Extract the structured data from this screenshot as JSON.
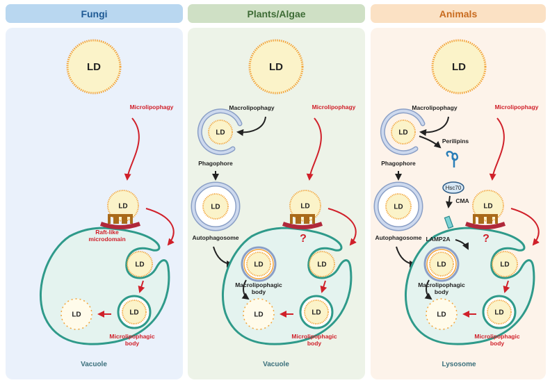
{
  "columns": [
    {
      "title": "Fungi",
      "compartment": "Vacuole",
      "header_color": "#b9d7f0",
      "header_text_color": "#1f5a94",
      "panel_color": "#eaf1fb"
    },
    {
      "title": "Plants/Algae",
      "compartment": "Vacuole",
      "header_color": "#cfe0c5",
      "header_text_color": "#3d6b35",
      "panel_color": "#edf3e8"
    },
    {
      "title": "Animals",
      "compartment": "Lysosome",
      "header_color": "#fbe1c4",
      "header_text_color": "#c86a1e",
      "panel_color": "#fdf3ea"
    }
  ],
  "labels": {
    "ld": "LD",
    "microlipophagy": "Microlipophagy",
    "macrolipophagy": "Macrolipophagy",
    "phagophore": "Phagophore",
    "autophagosome": "Autophagosome",
    "raft_line1": "Raft-like",
    "raft_line2": "microdomain",
    "micro_body_line1": "Microlipophagic",
    "micro_body_line2": "body",
    "macro_body_line1": "Macrolipophagic",
    "macro_body_line2": "body",
    "perilipins": "Perilipins",
    "hsc70": "Hsc70",
    "cma": "CMA",
    "lamp2a": "LAMP2A",
    "question": "?"
  },
  "colors": {
    "membrane": "#2f9a8a",
    "organelle_fill": "#e4f3ef",
    "ld_fill": "#fbf3c9",
    "ld_dots": "#f3a43a",
    "red": "#d0202a",
    "phagophore_fill": "#cdd9ee",
    "phagophore_stroke": "#8a9fc6",
    "bracket": "#a96a1a"
  },
  "icons": [
    "red-arrow",
    "black-arrow",
    "lipid-droplet",
    "phagophore",
    "autophagosome",
    "perilipin-protein",
    "hsc70-chaperone",
    "lamp2a-channel"
  ]
}
